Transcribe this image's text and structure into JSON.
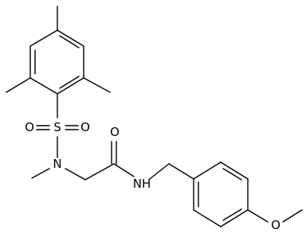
{
  "molecule": {
    "atoms": {
      "sulfur": "S",
      "sulfonyl_oxygen_left": "O",
      "sulfonyl_oxygen_right": "O",
      "sulfonamide_nitrogen": "N",
      "carbonyl_oxygen": "O",
      "amide_nitrogen": "NH",
      "ether_oxygen": "O"
    }
  }
}
